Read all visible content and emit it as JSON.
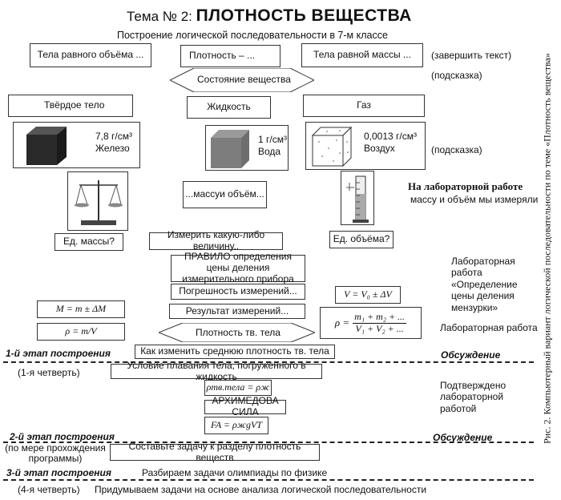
{
  "header": {
    "title_prefix": "Тема № 2: ",
    "title_main": "ПЛОТНОСТЬ ВЕЩЕСТВА",
    "subtitle": "Построение логической последовательности в 7-м классе"
  },
  "row1": {
    "box_left": "Тела равного объёма ...",
    "box_mid": "Плотность – ...",
    "box_right": "Тела равной массы ...",
    "note_complete": "(завершить текст)",
    "note_hint1": "(подсказка)"
  },
  "state_diamond": "Состояние вещества",
  "states": {
    "solid": "Твёрдое тело",
    "liquid": "Жидкость",
    "gas": "Газ"
  },
  "cubes": {
    "iron_density": "7,8 г/см³",
    "iron_name": "Железо",
    "water_density": "1 г/см³",
    "water_name": "Вода",
    "air_density": "0,0013 г/см³",
    "air_name": "Воздух",
    "note_hint2": "(подсказка)"
  },
  "lab": {
    "mass_volume_box": "...массуи объём...",
    "lab_title": "На лабораторной работе",
    "lab_sub": "массу и объём мы измеряли",
    "unit_mass": "Ед. массы?",
    "unit_volume": "Ед. объёма?",
    "measure_box": "Измерить какую-либо величину..",
    "rule_box": "ПРАВИЛО определения цены деления измерительного прибора",
    "lab_work_1": "Лабораторная работа «Определение цены деления мензурки»",
    "error_box": "Погрешность измерений...",
    "result_box": "Результат измерений...",
    "formula_v": "V = V₀ ± ΔV",
    "formula_m": "M = m ± ΔM",
    "formula_rho": "ρ = m/V",
    "formula_avg_num": "m₁ + m₂ + ...",
    "formula_avg_den": "V₁ + V₂ + ...",
    "formula_avg_lhs": "ρ =",
    "density_solid_diamond": "Плотность тв. тела",
    "lab_work_2": "Лабораторная работа"
  },
  "stage1": {
    "label": "1-й этап построения",
    "discussion": "Обсуждение",
    "avg_density_box": "Как изменить среднюю плотность тв. тела",
    "quarter": "(1-я четверть)",
    "floating_box": "Условие плавания тела, погружённого в жидкость",
    "rho_eq": "ρтв.тела = ρж",
    "confirmed": "Подтверждено лабораторной работой",
    "archimedes_box": "АРХИМЕДОВА СИЛА",
    "archimedes_formula": "FA = ρжgVТ"
  },
  "stage2": {
    "label": "2-й этап построения",
    "discussion": "Обсуждение",
    "progress": "(по мере прохождения программы)",
    "tasks_box": "Составьте задачу к разделу плотность веществ"
  },
  "stage3": {
    "label": "3-й этап построения",
    "olympiad": "Разбираем задачи олимпиады по физике",
    "quarter4": "(4-я четверть)",
    "invent": "Придумываем задачи на основе анализа логической последовательности"
  },
  "side_caption": "Рис. 2. Компьютерный вариант логической последовательности по теме «Плотность вещества»"
}
